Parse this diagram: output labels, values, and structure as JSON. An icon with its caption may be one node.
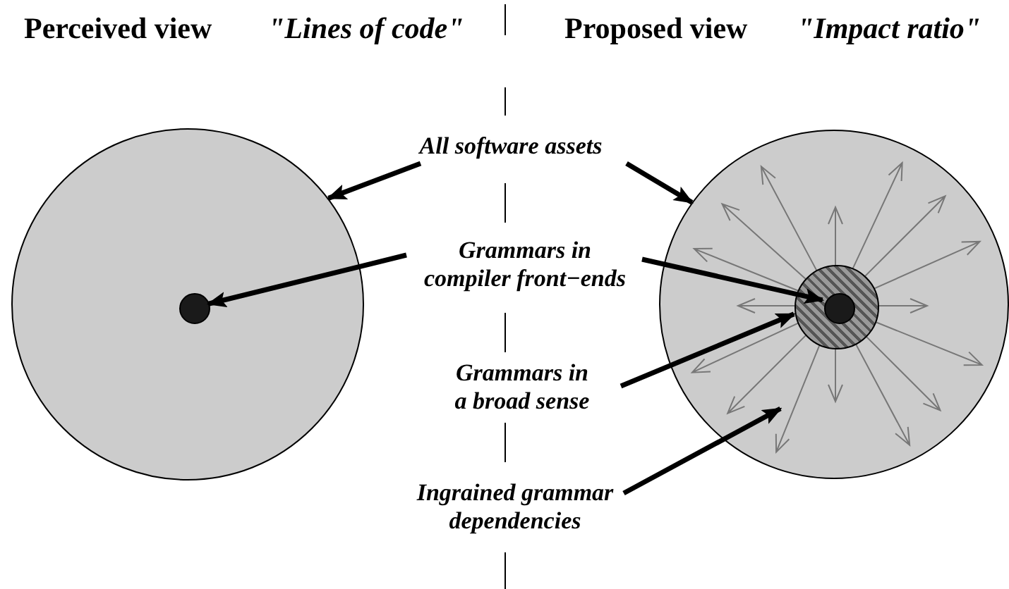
{
  "diagram": {
    "nodes": [
      {
        "text": [],
        "shape": "circle"
      },
      {
        "text": [],
        "shape": "circle",
        "in": 0
      },
      {
        "text": [],
        "shape": "circle"
      },
      {
        "text": [],
        "shape": "circle",
        "in": 2
      },
      {
        "text": [],
        "shape": "circle",
        "in": 3
      },
      {
        "text": [
          "All software assets"
        ]
      },
      {
        "text": [
          "Grammars in compiler front−ends"
        ]
      },
      {
        "text": [
          "Grammars in a broad sense"
        ]
      },
      {
        "text": [
          "Ingrained grammar dependencies"
        ]
      }
    ],
    "edges": [
      {
        "from": 5,
        "to": 0,
        "arrow": "to"
      },
      {
        "from": 5,
        "to": 2,
        "arrow": "to"
      },
      {
        "from": 6,
        "to": 1,
        "arrow": "to"
      },
      {
        "from": 6,
        "to": 4,
        "arrow": "to"
      },
      {
        "from": 7,
        "to": 3,
        "arrow": "to"
      },
      {
        "from": 8,
        "to": null,
        "arrow": "to"
      }
    ],
    "labels": [
      "Perceived view",
      "\"Lines of code\"",
      "Proposed view",
      "\"Impact ratio\""
    ]
  }
}
